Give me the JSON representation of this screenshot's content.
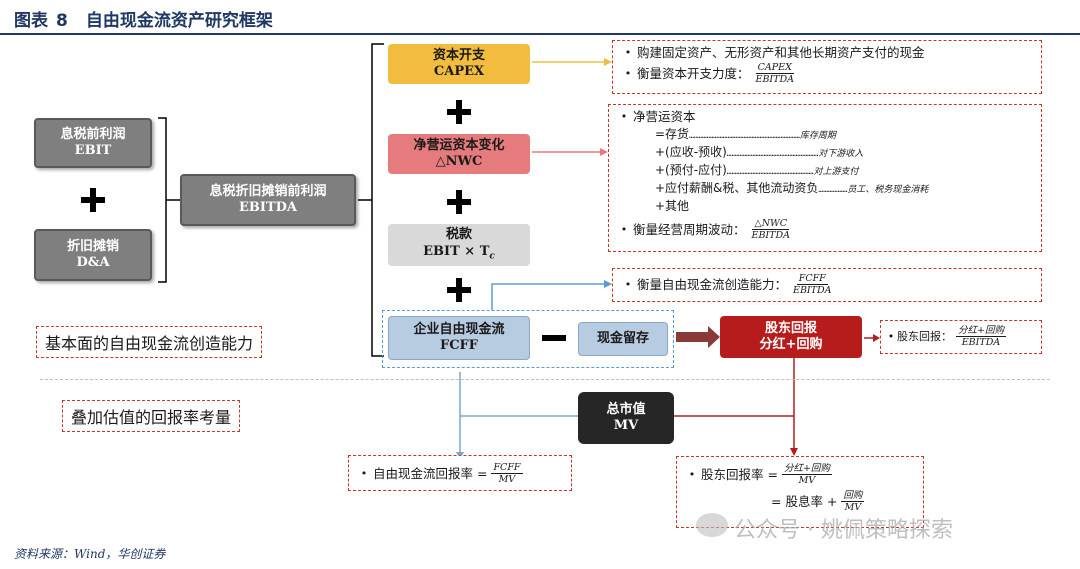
{
  "title": {
    "label": "图表",
    "number": "8",
    "text": "自由现金流资产研究框架"
  },
  "boxes": {
    "ebit": {
      "line1": "息税前利润",
      "line2": "EBIT"
    },
    "da": {
      "line1": "折旧摊销",
      "line2": "D&A"
    },
    "ebitda": {
      "line1": "息税折旧摊销前利润",
      "line2": "EBITDA"
    },
    "capex": {
      "line1": "资本开支",
      "line2": "CAPEX"
    },
    "nwc": {
      "line1": "净营运资本变化",
      "line2": "△NWC"
    },
    "tax": {
      "line1": "税款",
      "line2": "EBIT × T",
      "sub": "c"
    },
    "fcff": {
      "line1": "企业自由现金流",
      "line2": "FCFF"
    },
    "cash_retained": {
      "line1": "现金留存"
    },
    "shareholder_return": {
      "line1": "股东回报",
      "line2": "分红+回购"
    },
    "mv": {
      "line1": "总市值",
      "line2": "MV"
    }
  },
  "notes": {
    "capex": {
      "line1": "购建固定资产、无形资产和其他长期资产支付的现金",
      "line2_label": "衡量资本开支力度：",
      "line2_num": "CAPEX",
      "line2_den": "EBITDA"
    },
    "nwc": {
      "title": "净营运资本",
      "rows": [
        {
          "text": "=存货",
          "dots": "……………………………………………………………",
          "tag": "库存周期"
        },
        {
          "text": "+(应收-预收)",
          "dots": "…………………………………………………",
          "tag": "对下游收入"
        },
        {
          "text": "+(预付-应付)",
          "dots": "………………………………………………",
          "tag": "对上游支付"
        },
        {
          "text": "+应付薪酬&税、其他流动资负",
          "dots": "………………",
          "tag": "员工、税务现金消耗"
        },
        {
          "text": "+其他",
          "dots": "",
          "tag": ""
        }
      ],
      "measure_label": "衡量经营周期波动：",
      "measure_num": "△NWC",
      "measure_den": "EBITDA"
    },
    "fcff": {
      "label": "衡量自由现金流创造能力：",
      "num": "FCFF",
      "den": "EBITDA"
    },
    "shareholder": {
      "label": "股东回报：",
      "num": "分红+回购",
      "den": "EBITDA"
    },
    "fcff_yield": {
      "label": "自由现金流回报率 =",
      "num": "FCFF",
      "den": "MV"
    },
    "sh_yield": {
      "label": "股东回报率 =",
      "num": "分红+回购",
      "den": "MV",
      "line2_eq": "= 股息率 +",
      "line2_num": "回购",
      "line2_den": "MV"
    }
  },
  "captions": {
    "fundamental": "基本面的自由现金流创造能力",
    "valuation": "叠加估值的回报率考量"
  },
  "source": "资料来源：Wind，华创证券",
  "watermark": "公众号 · 姚佩策略探索",
  "colors": {
    "title": "#1f3864",
    "capex": "#f2bd3f",
    "nwc": "#e57b7c",
    "tax": "#d9d9d9",
    "fcff": "#b7cbe1",
    "shareholder_return": "#b71c1c",
    "mv": "#262626",
    "dashed_red": "#c0392b",
    "dashed_blue": "#5b9bd5"
  }
}
